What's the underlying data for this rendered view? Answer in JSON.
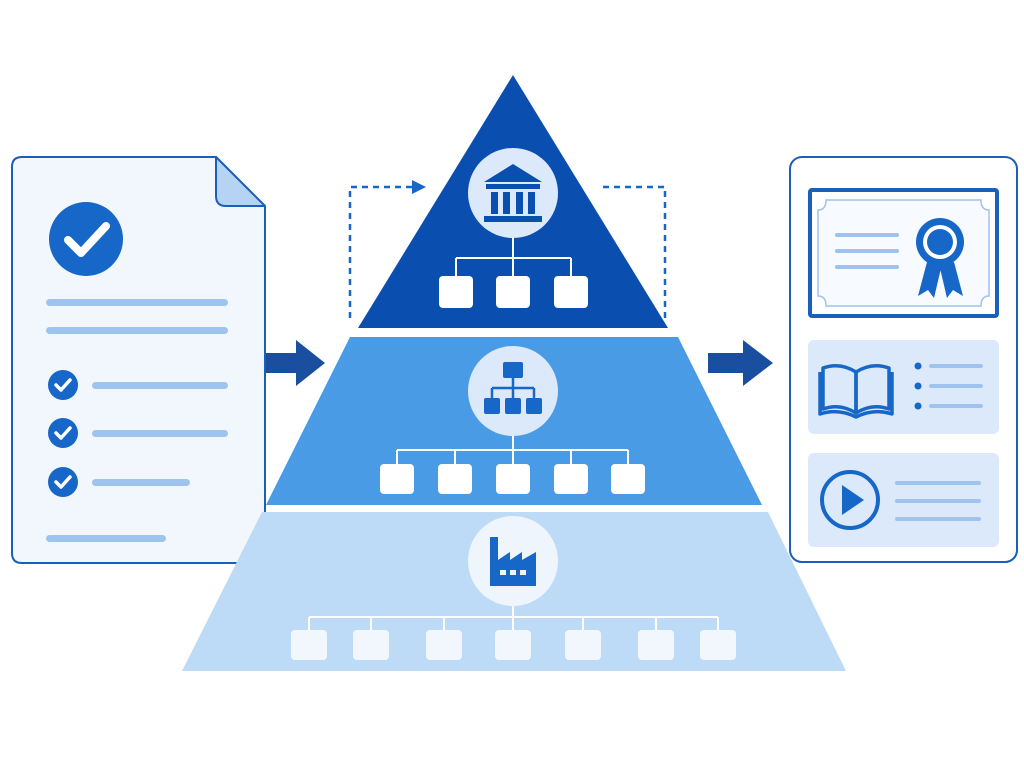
{
  "colors": {
    "background": "#ffffff",
    "tier_top": "#0a4fb0",
    "tier_middle": "#4a9be6",
    "tier_bottom": "#bddbf7",
    "outline": "#1a5fb8",
    "accent": "#1667c7",
    "line_light": "#9ec3ee",
    "panel_fill": "#f2f7fe",
    "card_fill": "#dbe9fb",
    "white": "#ffffff"
  },
  "left_document": {
    "icon": "checkmark-circle-icon",
    "line_count": 3,
    "checklist_count": 3,
    "checklist_icon": "check-circle-icon"
  },
  "pyramid": {
    "tiers": [
      {
        "name": "top",
        "icon": "institution-building-icon",
        "child_boxes": 3
      },
      {
        "name": "middle",
        "icon": "org-chart-icon",
        "child_boxes": 5
      },
      {
        "name": "bottom",
        "icon": "factory-icon",
        "child_boxes": 7
      }
    ],
    "feedback_loop": "dashed-arrow"
  },
  "flow_arrows": [
    "arrow-right-icon",
    "arrow-right-icon"
  ],
  "right_panel": {
    "cards": [
      {
        "name": "certificate",
        "icon": "award-ribbon-icon"
      },
      {
        "name": "reading",
        "icon": "open-book-icon"
      },
      {
        "name": "video",
        "icon": "play-circle-icon"
      }
    ]
  }
}
